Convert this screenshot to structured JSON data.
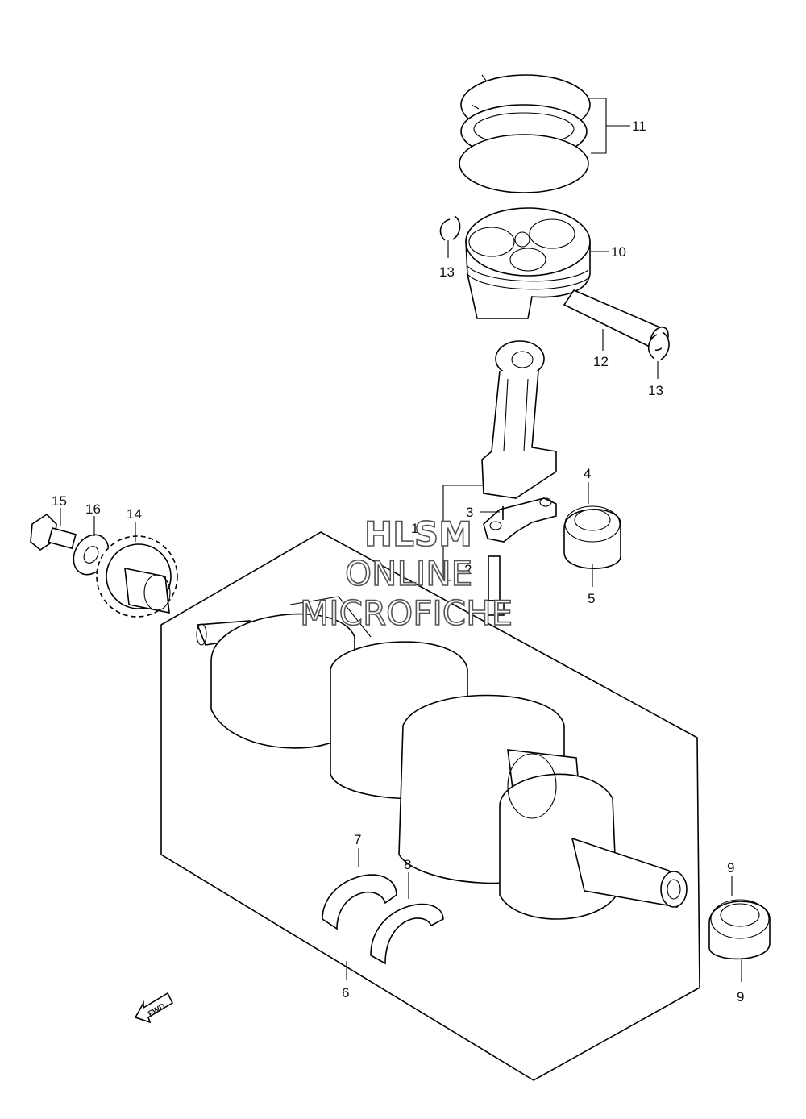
{
  "callouts": {
    "c1": "1",
    "c2": "2",
    "c3": "3",
    "c4": "4",
    "c5": "5",
    "c6": "6",
    "c7": "7",
    "c8": "8",
    "c9a": "9",
    "c9b": "9",
    "c10": "10",
    "c11": "11",
    "c12": "12",
    "c13a": "13",
    "c13b": "13",
    "c14": "14",
    "c15": "15",
    "c16": "16"
  },
  "watermark": {
    "line1": "HLSM",
    "line2": "ONLINE",
    "line3": "MICROFICHE"
  },
  "fwd_label": "FWD",
  "colors": {
    "line": "#000000",
    "background": "#ffffff",
    "watermark_outline": "#555555"
  }
}
